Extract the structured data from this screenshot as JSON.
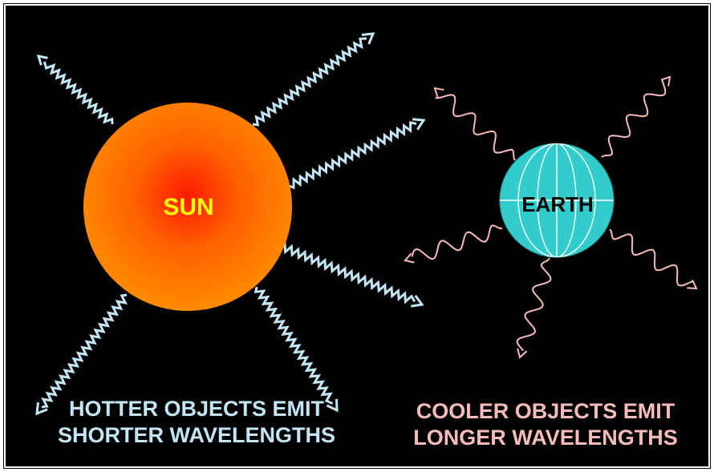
{
  "colors": {
    "background": "#000000",
    "sun_center": "#ff1a00",
    "sun_mid": "#ff7000",
    "sun_edge": "#ff8c00",
    "sun_label": "#ffff00",
    "short_wave": "#c4e6f4",
    "long_wave": "#f6bcbc",
    "earth_fill": "#33cccc",
    "earth_lines": "#ffffff",
    "earth_label": "#000000",
    "caption_hot": "#c4e6f4",
    "caption_cool": "#f6bcbc"
  },
  "sun": {
    "label": "SUN"
  },
  "earth": {
    "label": "EARTH"
  },
  "captions": {
    "hot_line1": "HOTTER OBJECTS EMIT",
    "hot_line2": "SHORTER WAVELENGTHS",
    "cool_line1": "COOLER OBJECTS EMIT",
    "cool_line2": "LONGER WAVELENGTHS"
  },
  "icons": {
    "sun": "sun-icon",
    "earth": "globe-icon",
    "short_wave": "short-wavelength-arrow-icon",
    "long_wave": "long-wavelength-arrow-icon"
  }
}
